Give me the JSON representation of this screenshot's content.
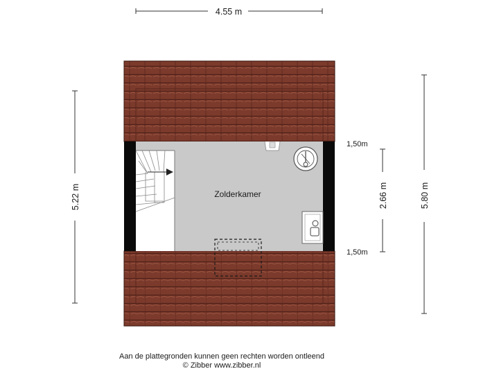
{
  "dimensions": {
    "top_width": "4.55 m",
    "left_height": "5.22 m",
    "right_height": "5.80 m",
    "inner_height": "2.66 m",
    "edge_top": "1,50m",
    "edge_bottom": "1,50m"
  },
  "room": {
    "name": "Zolderkamer"
  },
  "footer": {
    "line1": "Aan de plattegronden kunnen geen rechten worden ontleend",
    "line2": "© Zibber www.zibber.nl"
  },
  "colors": {
    "roof_tile": "#7d3a2c",
    "floor": "#c9c9c9",
    "wall": "#0a0a0a",
    "dimension_line": "#333333"
  }
}
